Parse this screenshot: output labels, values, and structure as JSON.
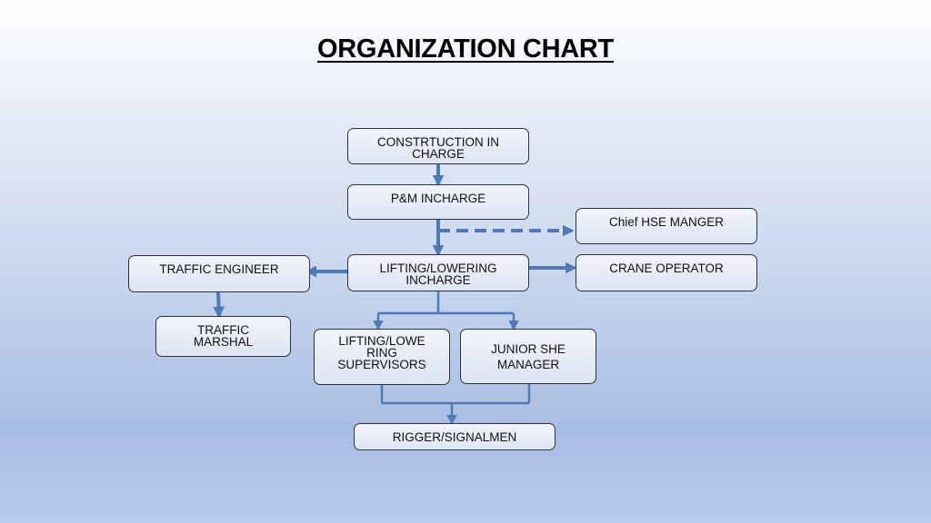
{
  "title": "ORGANIZATION CHART",
  "nodes": {
    "construction_in_charge": "CONSTRTUCTION IN\nCHARGE",
    "pm_incharge": "P&M INCHARGE",
    "chief_hse_manager": "Chief HSE MANGER",
    "lifting_lowering_incharge": "LIFTING/LOWERING\nINCHARGE",
    "traffic_engineer": "TRAFFIC ENGINEER",
    "crane_operator": "CRANE OPERATOR",
    "traffic_marshal": "TRAFFIC\nMARSHAL",
    "lifting_lowering_supervisors": "LIFTING/LOWE\nRING\nSUPERVISORS",
    "junior_she_manager": "JUNIOR SHE\nMANAGER",
    "rigger_signalmen": "RIGGER/SIGNALMEN"
  },
  "colors": {
    "connector": "#4f7ab5",
    "box_border": "#2b3440"
  }
}
